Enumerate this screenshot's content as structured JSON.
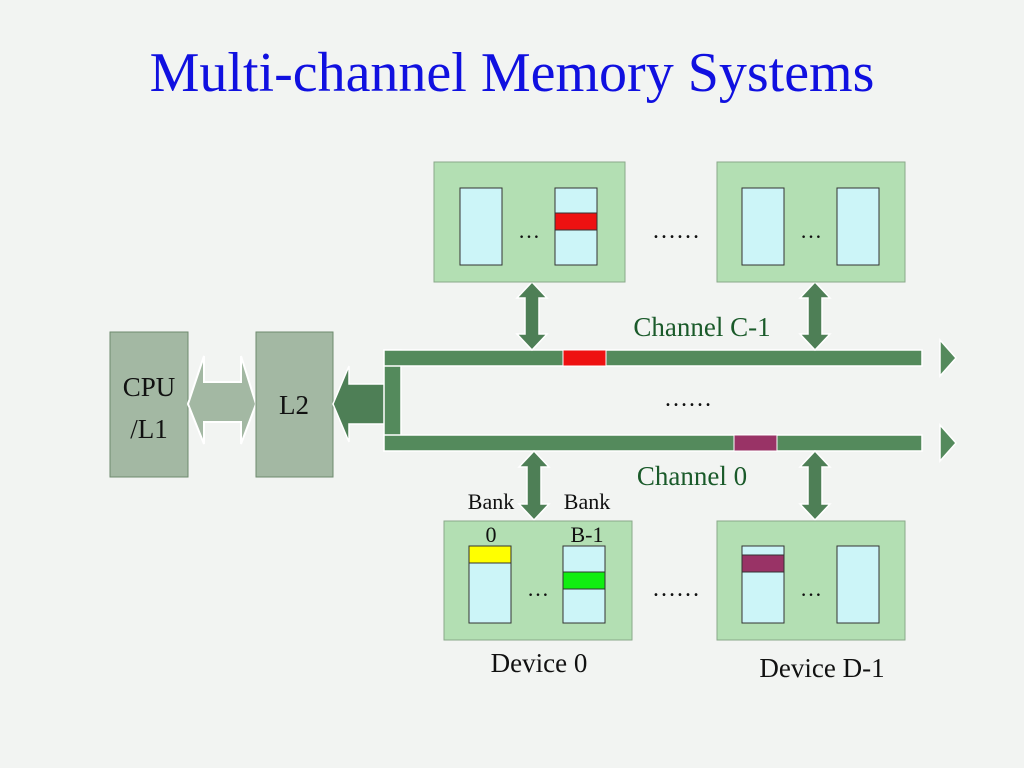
{
  "slide": {
    "title": "Multi-channel Memory Systems"
  },
  "diagram": {
    "cpu_label_line1": "CPU",
    "cpu_label_line2": "/L1",
    "l2_label": "L2",
    "channel_top_label": "Channel C-1",
    "channel_bottom_label": "Channel 0",
    "channels_ellipsis": "……",
    "devices_ellipsis": "……",
    "banks_ellipsis": "…",
    "bank_first_line1": "Bank",
    "bank_first_line2": "0",
    "bank_last_line1": "Bank",
    "bank_last_line2": "B-1",
    "device_first_label": "Device 0",
    "device_last_label": "Device D-1",
    "colors": {
      "device_fill": "#b3dfb3",
      "bank_fill": "#ccf5f8",
      "bus_fill": "#548a5c",
      "arrow_fill": "#4e7f56",
      "block_fill": "#a3b8a3",
      "hl_red": "#ee1111",
      "hl_maroon": "#993366",
      "hl_yellow": "#ffff00",
      "hl_green": "#11ee11",
      "label_green": "#1a5a2a"
    }
  }
}
